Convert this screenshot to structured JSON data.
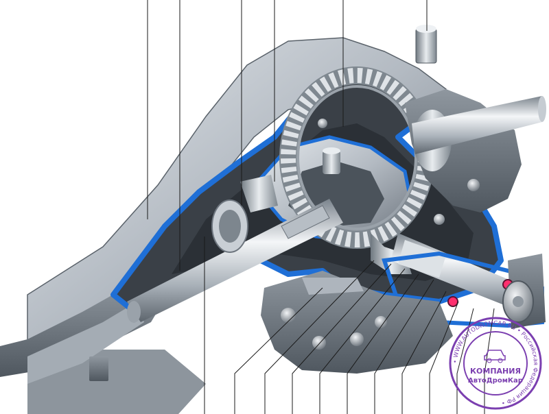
{
  "stamp": {
    "line1": "КОМПАНИЯ",
    "line2": "АвтоДромКар",
    "ring_text": "• WWW.AUTODROMCAR.RU • Российская Федерация РФ •",
    "color": "#7b3fb0"
  },
  "colors": {
    "housing_light": "#d5d9de",
    "housing_mid": "#9aa2ab",
    "housing_dark": "#5b636c",
    "cutaway_blue": "#1f6fd6",
    "steel_light": "#eef1f4",
    "steel_dark": "#6e7780"
  },
  "leader_line_count": 17
}
